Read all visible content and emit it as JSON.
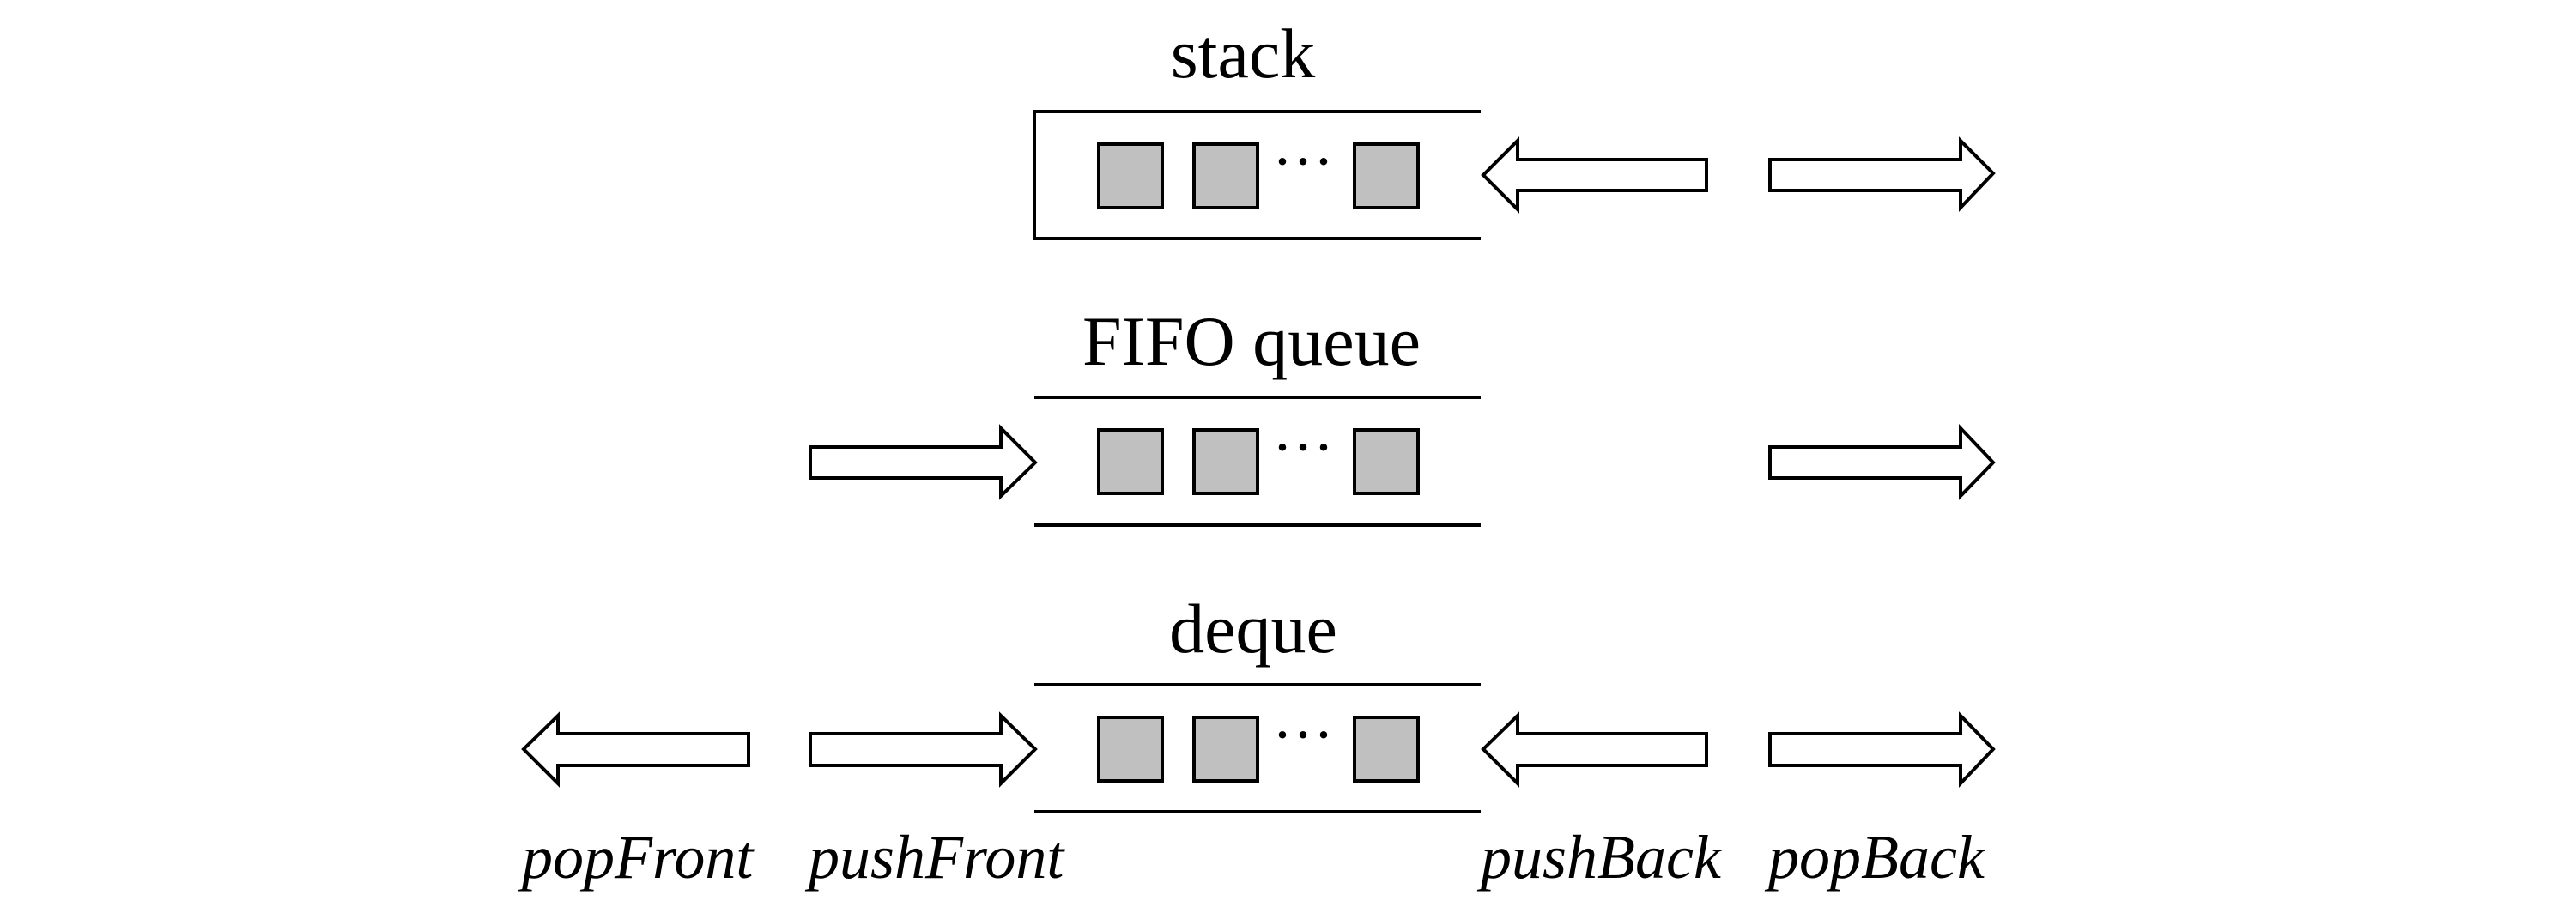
{
  "structures": {
    "stack": {
      "title": "stack"
    },
    "fifo": {
      "title": "FIFO queue"
    },
    "deque": {
      "title": "deque"
    }
  },
  "ellipsis": "···",
  "operations": {
    "pop_front": "popFront",
    "push_front": "pushFront",
    "push_back": "pushBack",
    "pop_back": "popBack"
  },
  "colors": {
    "element_fill": "#c0c0c0",
    "stroke": "#000000",
    "background": "#ffffff"
  }
}
